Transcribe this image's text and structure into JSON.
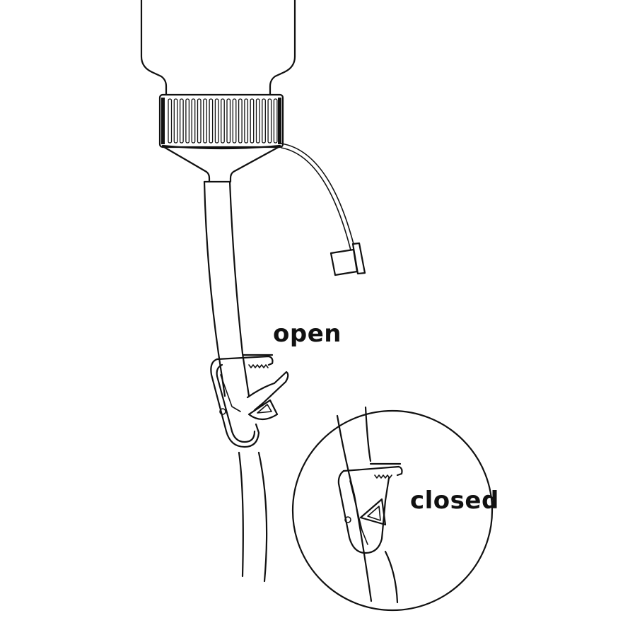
{
  "diagram": {
    "subject": "IV / feeding bottle with tubing and roller clamp",
    "components": [
      {
        "name": "bottle",
        "description": "bottle body with shoulder narrowing into neck"
      },
      {
        "name": "screw-cap",
        "description": "ribbed screw cap on bottle neck"
      },
      {
        "name": "funnel-outlet",
        "description": "conical outlet below cap connecting to tube"
      },
      {
        "name": "side-port-tether",
        "description": "curved tether line from cap to a small plug cap"
      },
      {
        "name": "port-plug",
        "description": "small square plug cap at end of tether"
      },
      {
        "name": "main-tube",
        "description": "flexible tube running downward from outlet"
      },
      {
        "name": "clamp-open",
        "description": "pinch clamp on tube in open state"
      },
      {
        "name": "clamp-closed-detail",
        "description": "circular detail inset showing clamp in closed state"
      }
    ],
    "labels": {
      "open": "open",
      "closed": "closed"
    },
    "colors": {
      "line": "#111111",
      "background": "#ffffff"
    }
  }
}
